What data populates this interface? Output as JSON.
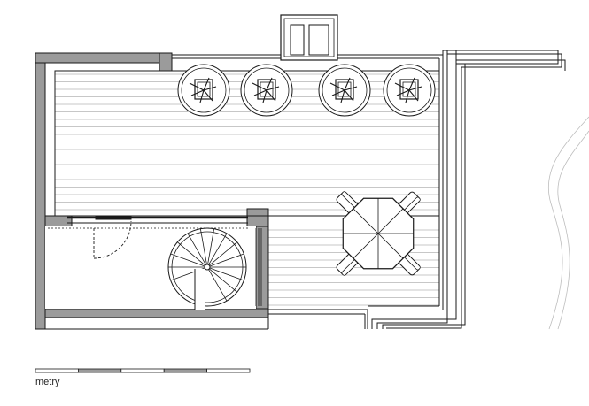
{
  "scale_bar": {
    "label": "metry",
    "segments": 5
  },
  "plan": {
    "planters_count": 4,
    "table_seats": 4,
    "colors": {
      "wall_fill": "#9b9b9b",
      "line": "#1a1a1a",
      "deck_line": "#b5b5b5",
      "background": "#ffffff"
    }
  }
}
